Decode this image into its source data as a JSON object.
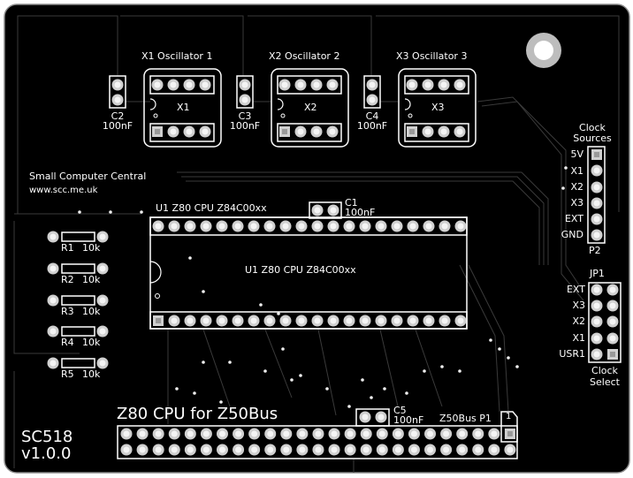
{
  "board": {
    "name": "SC518",
    "version": "v1.0.0",
    "title": "Z80 CPU for Z50Bus",
    "maker": "Small Computer Central",
    "url": "www.scc.me.uk"
  },
  "oscillators": [
    {
      "heading": "X1   Oscillator 1",
      "ref": "X1"
    },
    {
      "heading": "X2   Oscillator 2",
      "ref": "X2"
    },
    {
      "heading": "X3   Oscillator 3",
      "ref": "X3"
    }
  ],
  "capacitors": [
    {
      "ref": "C2",
      "value": "100nF"
    },
    {
      "ref": "C3",
      "value": "100nF"
    },
    {
      "ref": "C4",
      "value": "100nF"
    },
    {
      "ref": "C1",
      "value": "100nF"
    },
    {
      "ref": "C5",
      "value": "100nF"
    }
  ],
  "cpu": {
    "label": "U1   Z80 CPU   Z84C00xx",
    "inner_label": "U1   Z80 CPU   Z84C00xx"
  },
  "resistors": [
    {
      "ref": "R1",
      "value": "10k"
    },
    {
      "ref": "R2",
      "value": "10k"
    },
    {
      "ref": "R3",
      "value": "10k"
    },
    {
      "ref": "R4",
      "value": "10k"
    },
    {
      "ref": "R5",
      "value": "10k"
    }
  ],
  "p2": {
    "title_line1": "Clock",
    "title_line2": "Sources",
    "ref": "P2",
    "pins": [
      "5V",
      "X1",
      "X2",
      "X3",
      "EXT",
      "GND"
    ]
  },
  "jp1": {
    "ref": "JP1",
    "title_line1": "Clock",
    "title_line2": "Select",
    "pins": [
      "EXT",
      "X3",
      "X2",
      "X1",
      "USR1"
    ]
  },
  "bus": {
    "label": "Z50Bus  P1",
    "pin1": "1"
  },
  "colors": {
    "board": "#000000",
    "silk": "#ffffff",
    "pad": "#cfcfcf",
    "trace": "#3a3a3a"
  }
}
